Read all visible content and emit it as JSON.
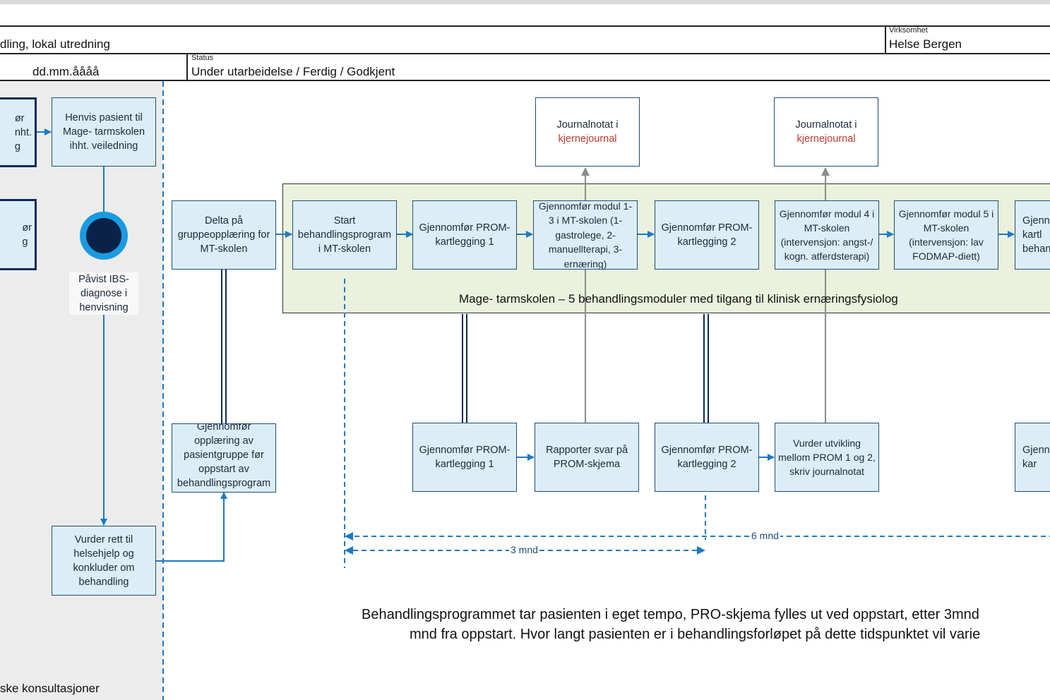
{
  "header": {
    "title": "dling, lokal utredning",
    "virksomhet_label": "Virksomhet",
    "virksomhet": "Helse Bergen",
    "date": "dd.mm.åååå",
    "status_label": "Status",
    "status": "Under utarbeidelse / Ferdig / Godkjent"
  },
  "left_lane": {
    "box1": "ør\nnht.\ng",
    "box2": "ør\ng",
    "henvis": "Henvis pasient til Mage- tarmskolen ihht. veiledning",
    "event_label": "Påvist IBS-diagnose i henvisning",
    "vurder": "Vurder rett til helsehjelp og konkluder om behandling",
    "footer": "ske konsultasjoner"
  },
  "main": {
    "delta": "Delta på gruppeopplæring for MT-skolen",
    "opplaering": "Gjennomfør opplæring av pasientgruppe før oppstart av behandlingsprogram",
    "start": "Start behandlingsprogram i MT-skolen",
    "prom1_top": "Gjennomfør PROM-kartlegging 1",
    "modul13": "Gjennomfør modul 1-3 i MT-skolen (1-gastrolege, 2-manuellterapi, 3-ernæring)",
    "prom2_top": "Gjennomfør PROM-kartlegging 2",
    "modul4": "Gjennomfør modul 4 i MT-skolen (intervensjon: angst-/ kogn. atferdsterapi)",
    "modul5": "Gjennomfør modul 5 i MT-skolen (intervensjon: lav FODMAP-diett)",
    "cut_right_top": "Gjenn\nkartl\nbehand",
    "journal_prefix": "Journalnotat i",
    "journal_red": "kjernejournal",
    "band_label": "Mage- tarmskolen – 5 behandlingsmoduler med tilgang til klinisk ernæringsfysiolog",
    "prom1_bottom": "Gjennomfør PROM-kartlegging 1",
    "rapporter": "Rapporter svar på PROM-skjema",
    "prom2_bottom": "Gjennomfør PROM-kartlegging 2",
    "vurder_utvikling": "Vurder utvikling mellom PROM 1 og 2, skriv journalnotat",
    "cut_right_bottom": "Gjenn\nkar",
    "dim_6": "6 mnd",
    "dim_3": "3 mnd",
    "bottom_line1": "Behandlingsprogrammet tar pasienten i eget tempo, PRO-skjema fylles ut ved oppstart, etter 3mnd",
    "bottom_line2": "mnd fra oppstart. Hvor langt pasienten er i behandlingsforløpet på dette tidspunktet vil varie"
  },
  "colors": {
    "box_fill": "#dbeef7",
    "box_border": "#1f4e79",
    "band_fill": "#eaf1dd",
    "arrow": "#1a7ac6",
    "lane_fill": "#ececec",
    "red_text": "#c0392b"
  }
}
